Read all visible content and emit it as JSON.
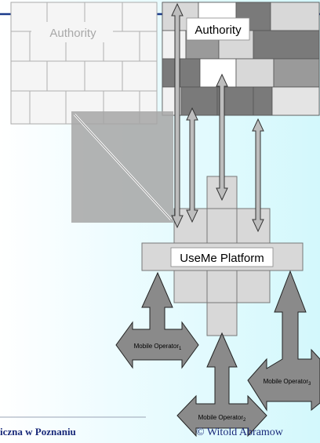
{
  "diagram": {
    "authority_left_label": "Authority",
    "authority_right_label": "Authority",
    "platform_label": "UseMe Platform",
    "operators": [
      {
        "base": "Mobile Operator",
        "sub": "1"
      },
      {
        "base": "Mobile Operator",
        "sub": "2"
      },
      {
        "base": "Mobile Operator",
        "sub": "3"
      }
    ]
  },
  "footer": {
    "university": "iczna w Poznaniu",
    "copyright": "© Witold Abramow"
  },
  "colors": {
    "accent_line": "#1a3a8a",
    "footer_text": "#1a2a7a",
    "arrow_fill": "#8a8a8a",
    "brick_dark": "#7a7a7a",
    "brick_light": "#d8d8d8"
  }
}
